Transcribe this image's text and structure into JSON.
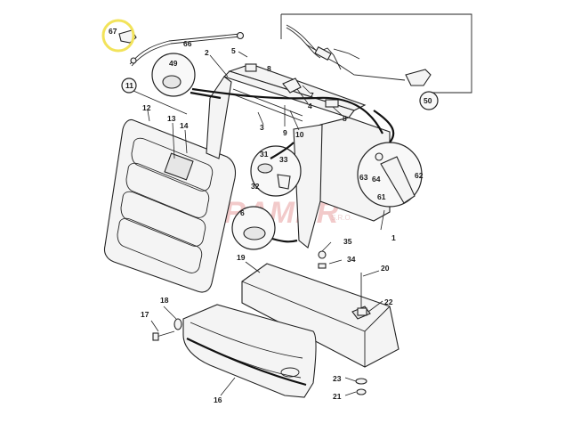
{
  "watermark": {
    "brand": "KRAMER",
    "suffix": "S.R.O."
  },
  "highlight_color": "#f2e35a",
  "labels": {
    "p67": "67",
    "p66": "66",
    "p49": "49",
    "p2": "2",
    "p5": "5",
    "p8a": "8",
    "p11": "11",
    "p12": "12",
    "p13": "13",
    "p14": "14",
    "p3": "3",
    "p9": "9",
    "p10": "10",
    "p4": "4",
    "p7": "7",
    "p8b": "8",
    "p50": "50",
    "p63": "63",
    "p64": "64",
    "p62": "62",
    "p61": "61",
    "p31": "31",
    "p33": "33",
    "p32": "32",
    "p6": "6",
    "p1": "1",
    "p35": "35",
    "p34": "34",
    "p19": "19",
    "p20": "20",
    "p22": "22",
    "p18": "18",
    "p17": "17",
    "p16": "16",
    "p23": "23",
    "p21": "21"
  }
}
